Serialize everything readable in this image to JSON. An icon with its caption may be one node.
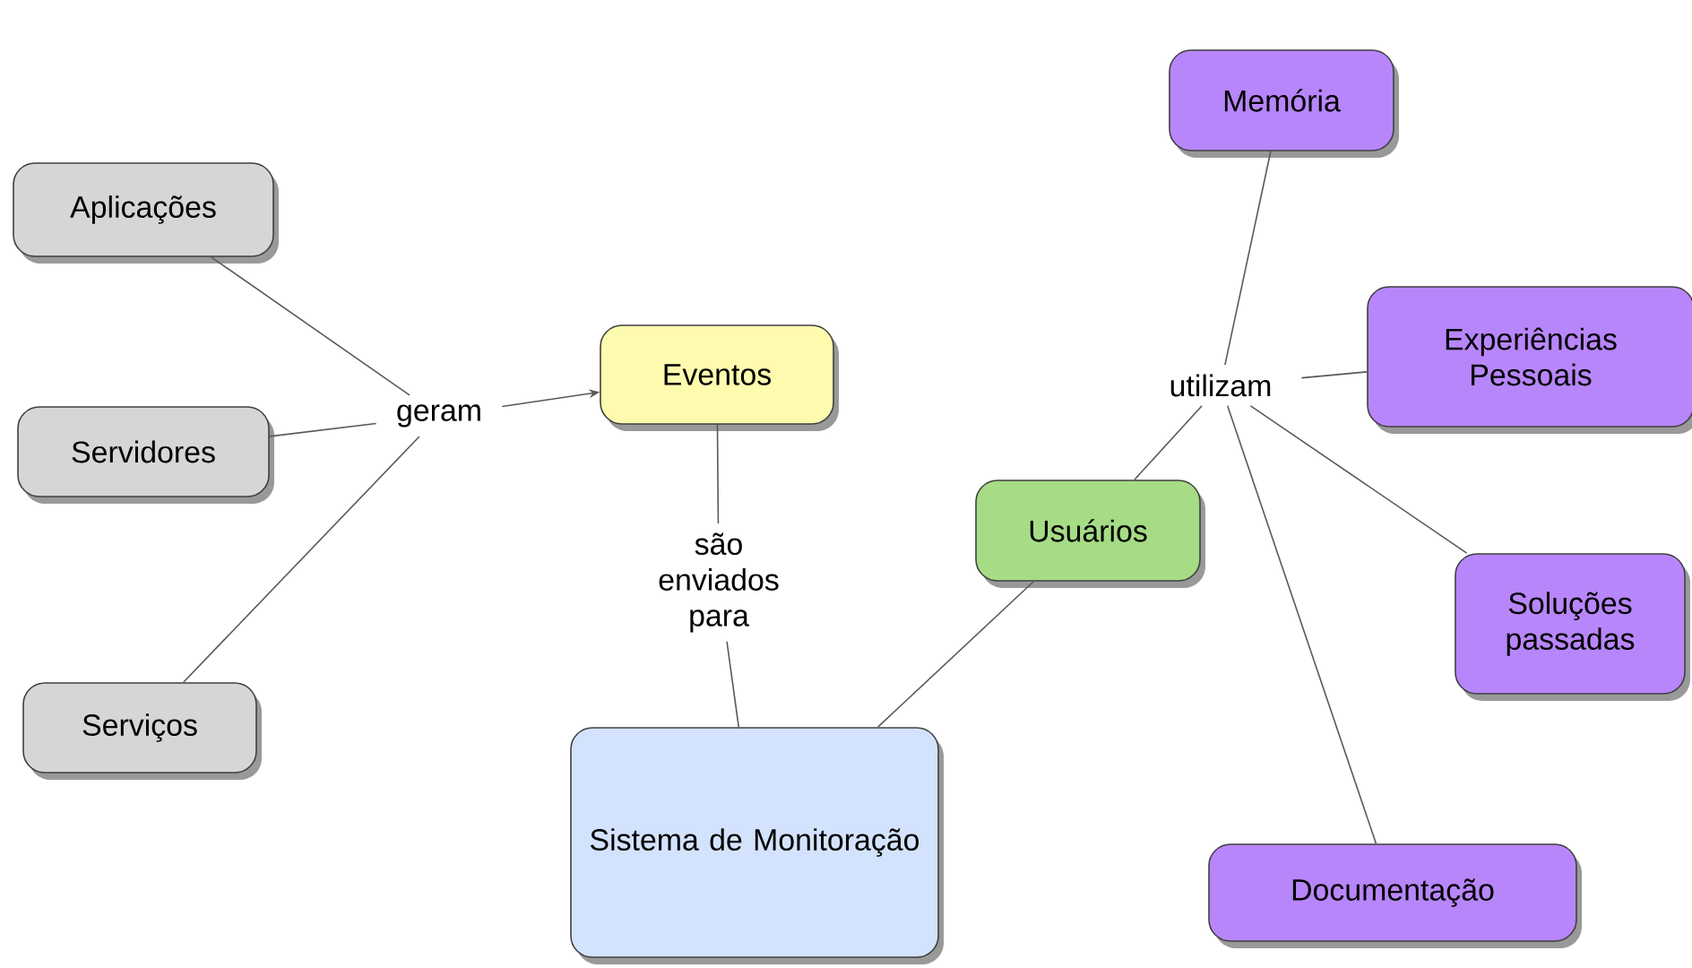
{
  "diagram": {
    "nodes": [
      {
        "text": [
          "Aplicações"
        ]
      },
      {
        "text": [
          "Servidores"
        ]
      },
      {
        "text": [
          "Serviços"
        ]
      },
      {
        "text": [
          "geram"
        ]
      },
      {
        "text": [
          "Eventos"
        ]
      },
      {
        "text": [
          "são enviados para"
        ]
      },
      {
        "text": [
          "Sistema de Monitoração"
        ]
      },
      {
        "text": [
          "Usuários"
        ]
      },
      {
        "text": [
          "utilizam"
        ]
      },
      {
        "text": [
          "Memória"
        ]
      },
      {
        "text": [
          "Experiências Pessoais"
        ]
      },
      {
        "text": [
          "Soluções passadas"
        ]
      },
      {
        "text": [
          "Documentação"
        ]
      }
    ],
    "edges": [
      {
        "from": 0,
        "to": 3,
        "arrow": "none"
      },
      {
        "from": 1,
        "to": 3,
        "arrow": "none"
      },
      {
        "from": 2,
        "to": 3,
        "arrow": "none"
      },
      {
        "from": 3,
        "to": 4,
        "arrow": "to"
      },
      {
        "from": 4,
        "to": 5,
        "arrow": "none"
      },
      {
        "from": 5,
        "to": 6,
        "arrow": "none"
      },
      {
        "from": 6,
        "to": 7,
        "arrow": "none"
      },
      {
        "from": 7,
        "to": 8,
        "arrow": "none"
      },
      {
        "from": 8,
        "to": 9,
        "arrow": "none"
      },
      {
        "from": 8,
        "to": 10,
        "arrow": "none"
      },
      {
        "from": 8,
        "to": 11,
        "arrow": "none"
      },
      {
        "from": 8,
        "to": 12,
        "arrow": "none"
      }
    ]
  }
}
